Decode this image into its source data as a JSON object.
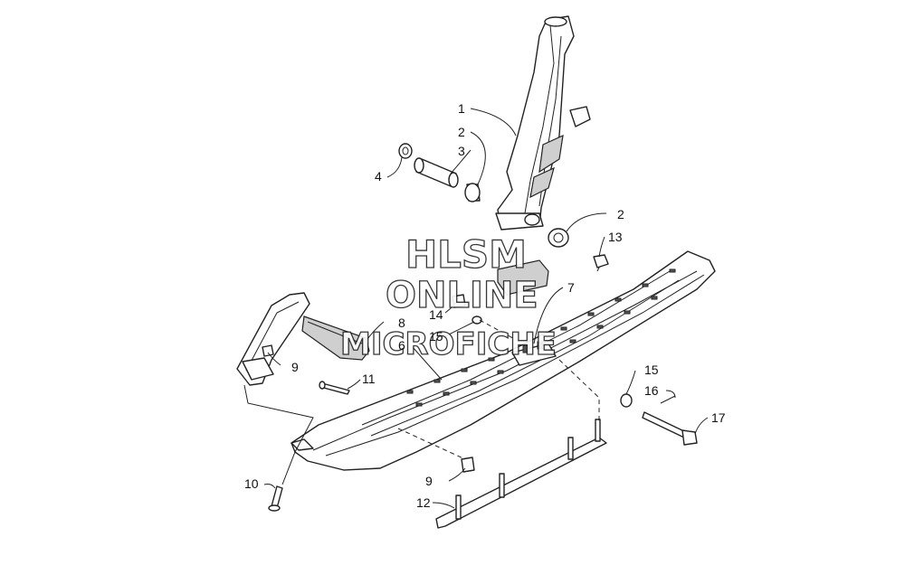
{
  "diagram": {
    "callouts": {
      "c1": "1",
      "c2a": "2",
      "c2b": "2",
      "c3": "3",
      "c4": "4",
      "c6": "6",
      "c7": "7",
      "c8": "8",
      "c9a": "9",
      "c9b": "9",
      "c10": "10",
      "c11": "11",
      "c12": "12",
      "c13": "13",
      "c14": "14",
      "c15a": "15",
      "c15b": "15",
      "c16": "16",
      "c17": "17"
    }
  },
  "watermark": {
    "line1": "HLSM",
    "line2": "ONLINE",
    "line3": "MICROFICHE"
  }
}
